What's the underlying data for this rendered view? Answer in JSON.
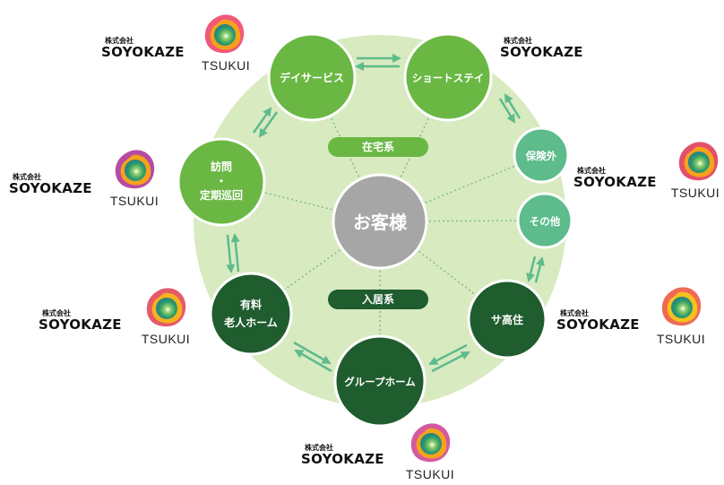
{
  "center": {
    "label": "お客様"
  },
  "category_labels": {
    "home_care": "在宅系",
    "residential": "入居系"
  },
  "services": [
    {
      "id": "day-service",
      "label": "デイサービス"
    },
    {
      "id": "short-stay",
      "label": "ショートステイ"
    },
    {
      "id": "uninsured",
      "label": "保険外"
    },
    {
      "id": "other",
      "label": "その他"
    },
    {
      "id": "sakoju",
      "label": "サ高住"
    },
    {
      "id": "group-home",
      "label": "グループホーム"
    },
    {
      "id": "paid-home",
      "label_line1": "有料",
      "label_line2": "老人ホーム"
    },
    {
      "id": "home-visit",
      "label_line1": "訪問",
      "label_line2": "・",
      "label_line3": "定期巡回"
    }
  ],
  "brands": [
    {
      "company_type": "株式会社",
      "name": "SOYOKAZE"
    },
    {
      "company_type": "株式会社",
      "name": "SOYOKAZE"
    },
    {
      "company_type": "株式会社",
      "name": "SOYOKAZE"
    },
    {
      "company_type": "株式会社",
      "name": "SOYOKAZE"
    },
    {
      "company_type": "株式会社",
      "name": "SOYOKAZE"
    },
    {
      "company_type": "株式会社",
      "name": "SOYOKAZE"
    }
  ],
  "tsukui_logos": [
    {
      "text": "TSUKUI"
    },
    {
      "text": "TSUKUI"
    },
    {
      "text": "TSUKUI"
    },
    {
      "text": "TSUKUI"
    },
    {
      "text": "TSUKUI"
    },
    {
      "text": "TSUKUI"
    }
  ],
  "colors": {
    "ring_background": "#d8eac0",
    "light_green": "#6ab843",
    "teal_green": "#5dbb8c",
    "dark_green": "#1f5c2e",
    "center_gray": "#a6a6a6",
    "arrow": "#5dbb8c"
  }
}
